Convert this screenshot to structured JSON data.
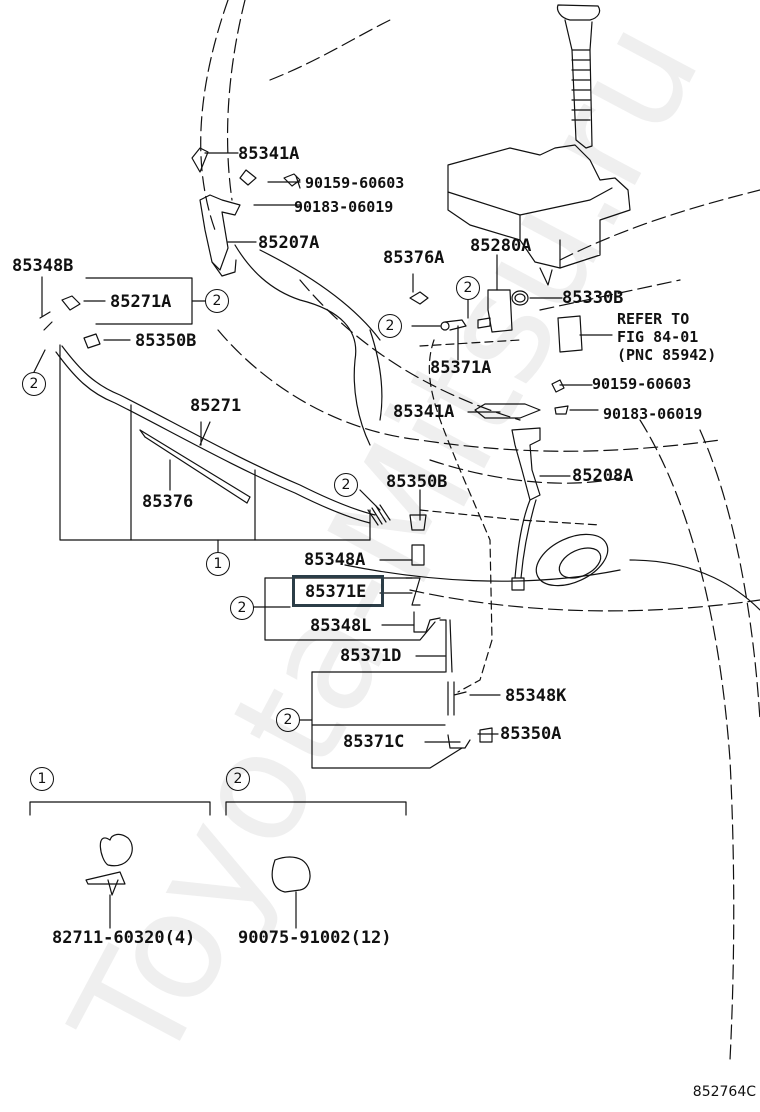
{
  "diagram": {
    "figure_code": "852764C",
    "watermark": "Toyota-Mitsu.ru",
    "highlighted_part": "85371E",
    "parts": {
      "p85341A_top": "85341A",
      "p90159_top": "90159-60603",
      "p90183_top": "90183-06019",
      "p85207A": "85207A",
      "p85348B": "85348B",
      "p85271A": "85271A",
      "p85350B_top": "85350B",
      "p85271": "85271",
      "p85376": "85376",
      "p85376A": "85376A",
      "p85280A": "85280A",
      "p85330B": "85330B",
      "p85371A": "85371A",
      "p85341A_right": "85341A",
      "p90159_right": "90159-60603",
      "p90183_right": "90183-06019",
      "p85208A": "85208A",
      "p85350B_mid": "85350B",
      "p85348A": "85348A",
      "p85371E": "85371E",
      "p85348L": "85348L",
      "p85371D": "85371D",
      "p85348K": "85348K",
      "p85371C": "85371C",
      "p85350A": "85350A"
    },
    "refer": {
      "line1": "REFER TO",
      "line2": "FIG 84-01",
      "line3": "(PNC 85942)"
    },
    "callouts": {
      "one": "1",
      "two": "2"
    },
    "legend": {
      "group1_marker": "1",
      "group1_part": "82711-60320(4)",
      "group2_marker": "2",
      "group2_part": "90075-91002(12)"
    }
  }
}
